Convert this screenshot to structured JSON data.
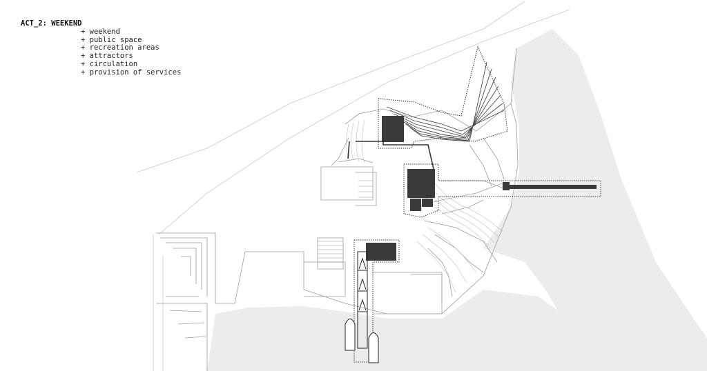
{
  "legend": {
    "title": "ACT_2: WEEKEND",
    "items": [
      "+ weekend",
      "+ public space",
      "+ recreation areas",
      "+ attractors",
      "+ circulation",
      "+ provision of services"
    ]
  },
  "colors": {
    "background": "#ffffff",
    "water": "#ececec",
    "building_fill": "#3a3a3a",
    "linework": "#9a9a9a",
    "highlight_outline": "#333333"
  }
}
